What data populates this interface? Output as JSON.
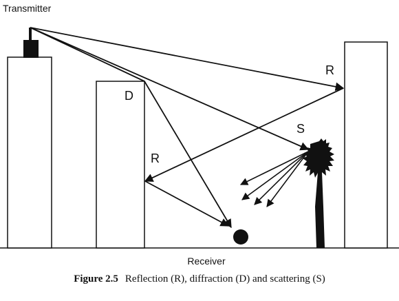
{
  "diagram": {
    "labels": {
      "transmitter": "Transmitter",
      "receiver": "Receiver",
      "reflection_upper": "R",
      "reflection_lower": "R",
      "diffraction": "D",
      "scattering": "S"
    },
    "caption": {
      "number": "Figure 2.5",
      "text": "Reflection (R), diffraction (D) and scattering (S)"
    },
    "colors": {
      "ink": "#111111",
      "building_fill": "#ffffff",
      "background": "#ffffff"
    }
  }
}
